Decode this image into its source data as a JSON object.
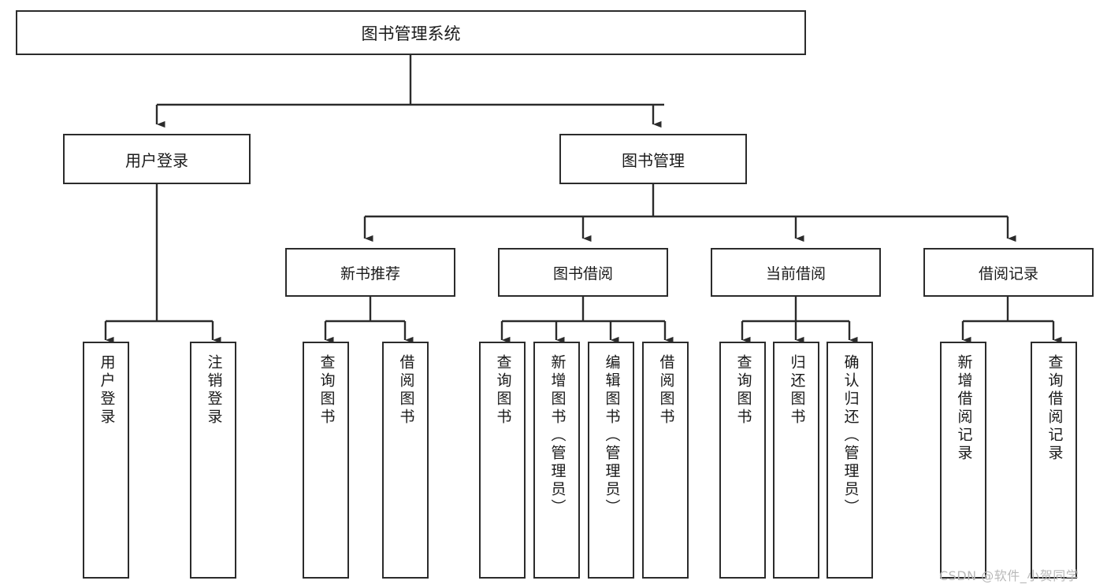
{
  "diagram": {
    "title": "图书管理系统",
    "type": "tree-hierarchy-diagram",
    "colors": {
      "box_border": "#2b2b2b",
      "box_fill": "#ffffff",
      "edge": "#2b2b2b",
      "background": "#ffffff",
      "watermark": "#b9b9b9"
    },
    "watermark": "CSDN @软件_小贺同学",
    "nodes": {
      "root": {
        "label": "图书管理系统"
      },
      "level2": [
        {
          "id": "user-login",
          "label": "用户登录"
        },
        {
          "id": "book-manage",
          "label": "图书管理"
        }
      ],
      "level3": [
        {
          "id": "new-book-recommend",
          "label": "新书推荐"
        },
        {
          "id": "book-borrow",
          "label": "图书借阅"
        },
        {
          "id": "current-borrow",
          "label": "当前借阅"
        },
        {
          "id": "borrow-record",
          "label": "借阅记录"
        }
      ],
      "leaves": {
        "user-login": [
          {
            "id": "leaf-user-login",
            "label": "用户登录"
          },
          {
            "id": "leaf-logout",
            "label": "注销登录"
          }
        ],
        "new-book-recommend": [
          {
            "id": "leaf-query-book-1",
            "label": "查询图书"
          },
          {
            "id": "leaf-borrow-book-1",
            "label": "借阅图书"
          }
        ],
        "book-borrow": [
          {
            "id": "leaf-query-book-2",
            "label": "查询图书"
          },
          {
            "id": "leaf-add-book",
            "label": "新增图书（管理员）"
          },
          {
            "id": "leaf-edit-book",
            "label": "编辑图书（管理员）"
          },
          {
            "id": "leaf-borrow-book-2",
            "label": "借阅图书"
          }
        ],
        "current-borrow": [
          {
            "id": "leaf-query-book-3",
            "label": "查询图书"
          },
          {
            "id": "leaf-return-book",
            "label": "归还图书"
          },
          {
            "id": "leaf-confirm-return",
            "label": "确认归还（管理员）"
          }
        ],
        "borrow-record": [
          {
            "id": "leaf-add-record",
            "label": "新增借阅记录"
          },
          {
            "id": "leaf-query-record",
            "label": "查询借阅记录"
          }
        ]
      }
    }
  }
}
